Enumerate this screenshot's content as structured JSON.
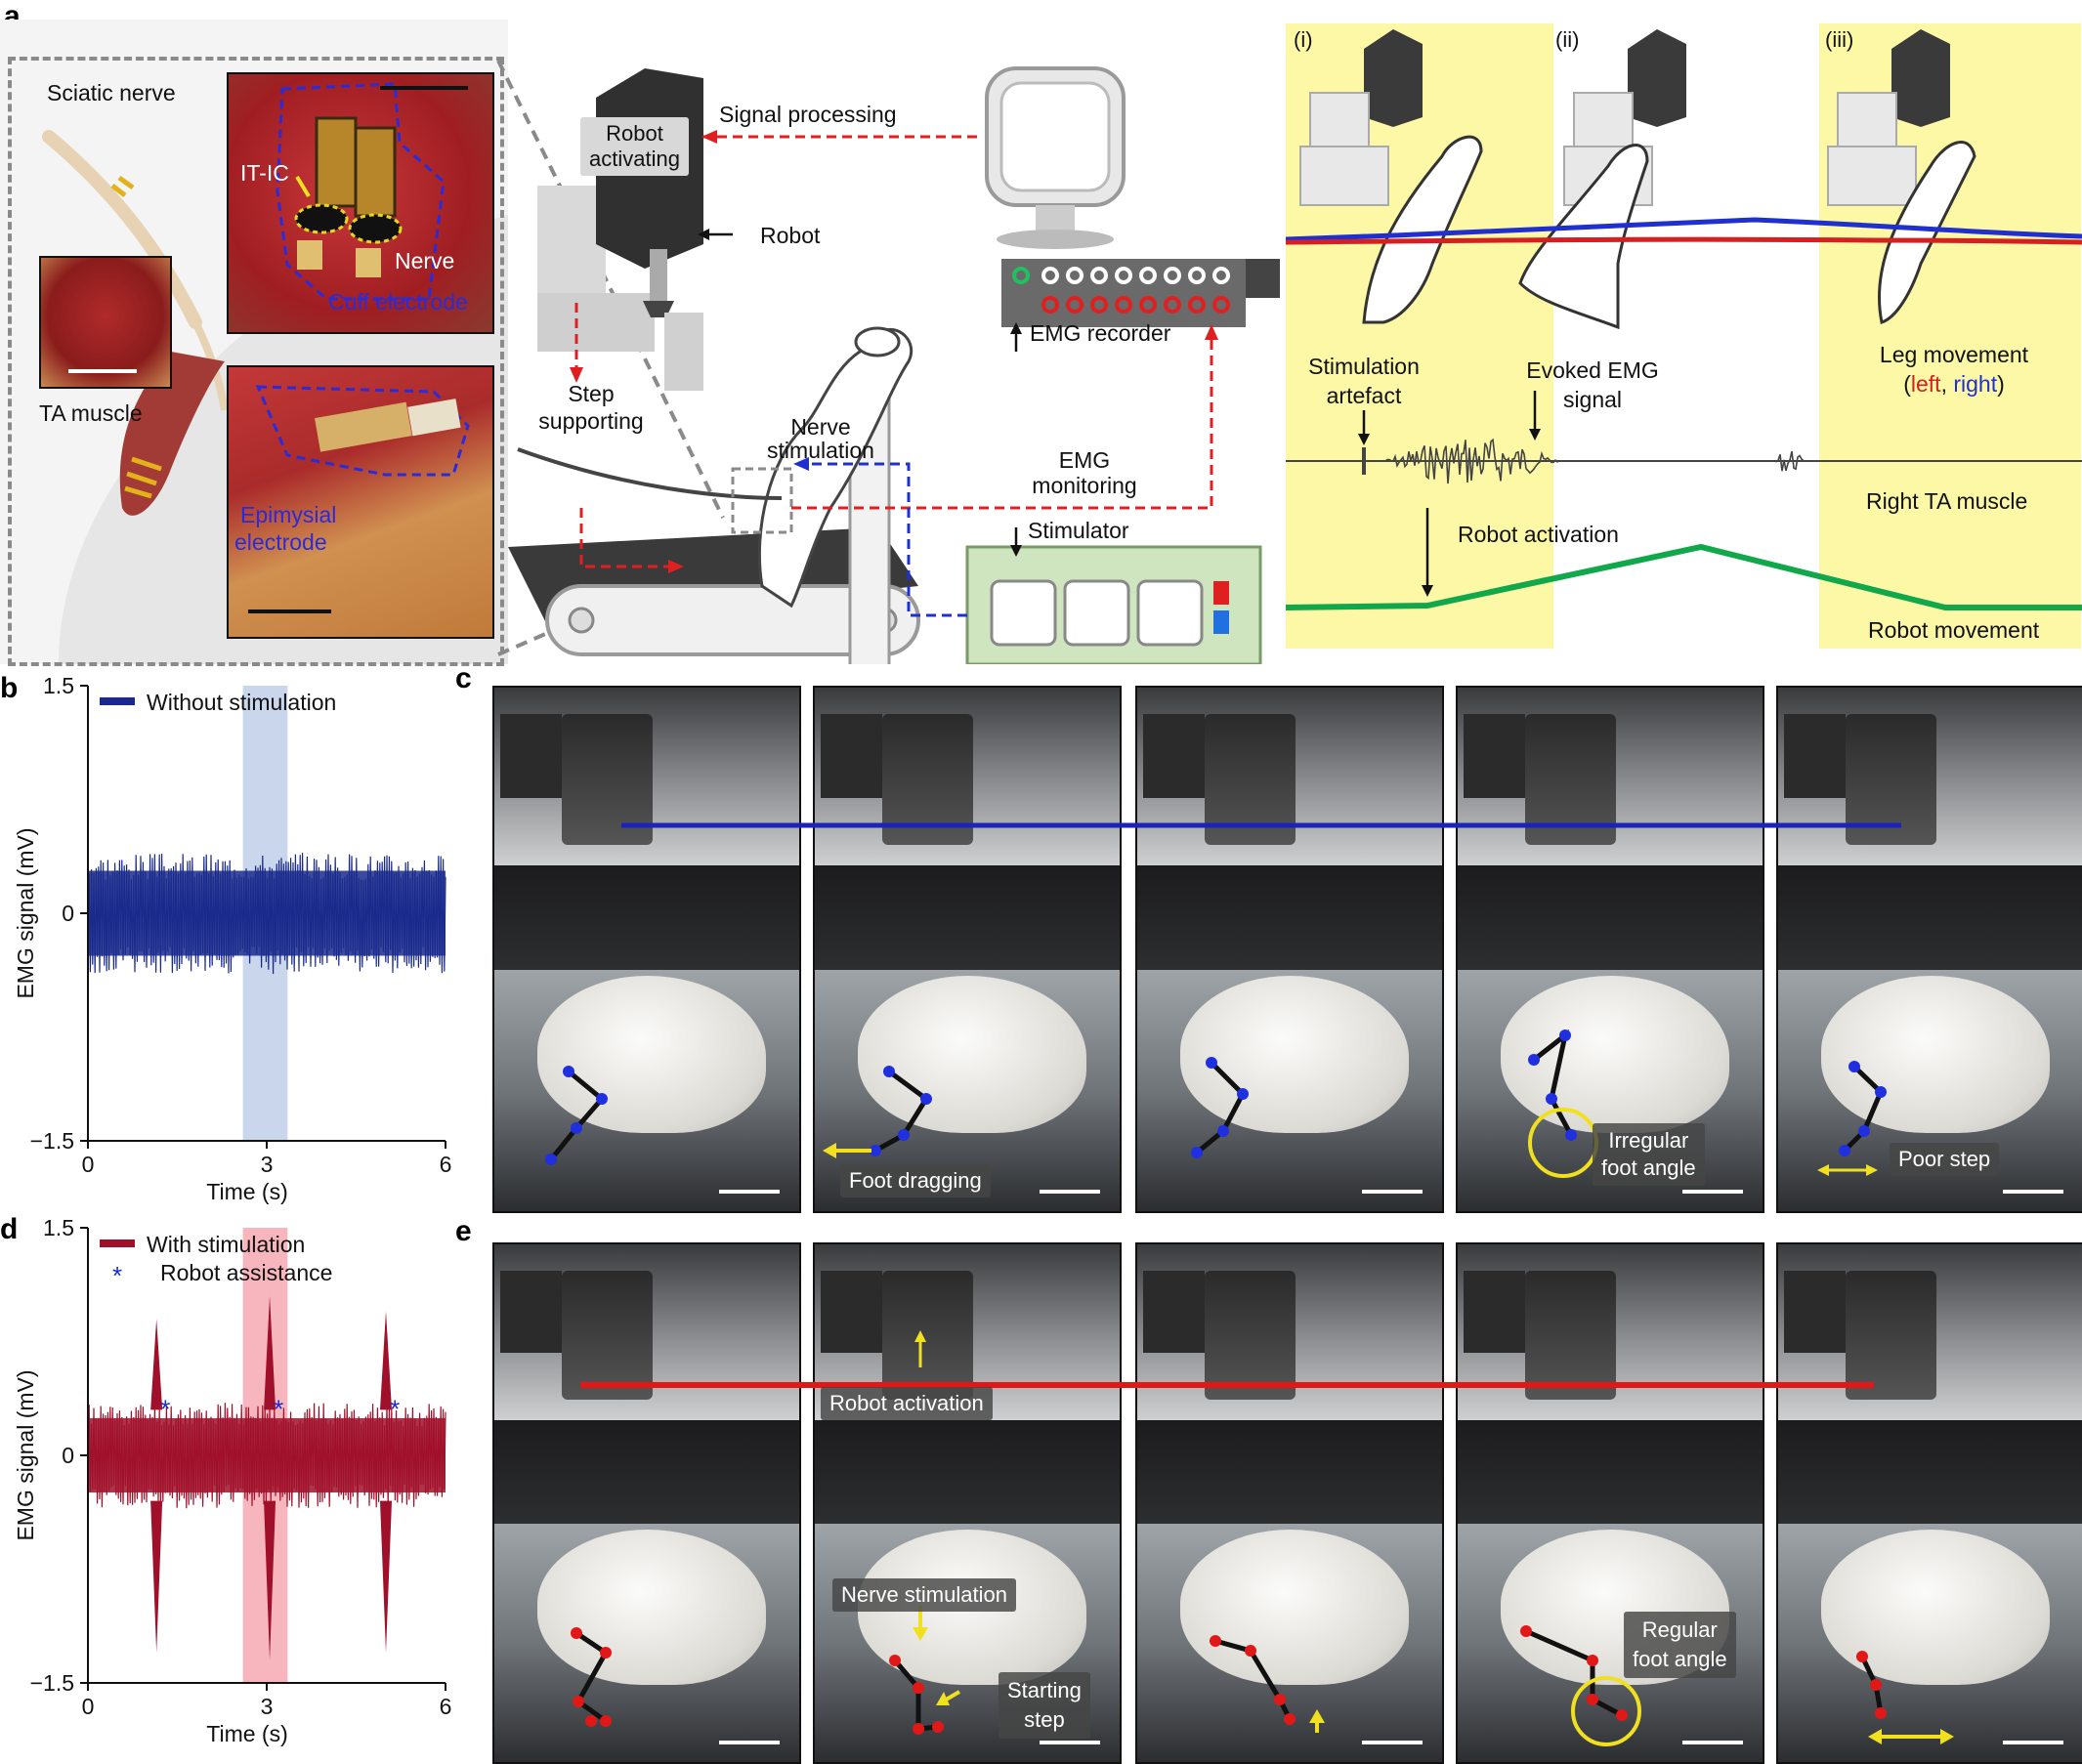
{
  "panel_labels": {
    "a": "a",
    "b": "b",
    "c": "c",
    "d": "d",
    "e": "e"
  },
  "panel_a": {
    "sciatic_nerve": "Sciatic nerve",
    "ta_muscle": "TA muscle",
    "it_ic": "IT-IC",
    "nerve": "Nerve",
    "cuff_electrode": "Cuff electrode",
    "epimysial_electrode_line1": "Epimysial",
    "epimysial_electrode_line2": "electrode",
    "robot_activating_line1": "Robot",
    "robot_activating_line2": "activating",
    "signal_processing": "Signal processing",
    "robot": "Robot",
    "emg_recorder": "EMG recorder",
    "step_supporting_line1": "Step",
    "step_supporting_line2": "supporting",
    "nerve_stimulation_line1": "Nerve",
    "nerve_stimulation_line2": "stimulation",
    "emg_monitoring_line1": "EMG",
    "emg_monitoring_line2": "monitoring",
    "stimulator": "Stimulator",
    "phase_i": "(i)",
    "phase_ii": "(ii)",
    "phase_iii": "(iii)",
    "stimulation_artefact_line1": "Stimulation",
    "stimulation_artefact_line2": "artefact",
    "evoked_emg_line1": "Evoked EMG",
    "evoked_emg_line2": "signal",
    "leg_movement": "Leg movement",
    "leg_left": "left",
    "leg_right": "right",
    "right_ta_muscle": "Right TA muscle",
    "robot_activation": "Robot activation",
    "robot_movement": "Robot movement"
  },
  "panel_c": {
    "foot_dragging": "Foot dragging",
    "irregular_line1": "Irregular",
    "irregular_line2": "foot angle",
    "poor_step": "Poor step"
  },
  "panel_e": {
    "robot_activation": "Robot activation",
    "nerve_stimulation": "Nerve stimulation",
    "starting_line1": "Starting",
    "starting_line2": "step",
    "regular_line1": "Regular",
    "regular_line2": "foot angle"
  },
  "colors": {
    "left_leg": "#d42020",
    "right_leg": "#1f2fd0",
    "robot_movement": "#10a84a",
    "emg_b": "#1a2a8c",
    "emg_d": "#a0102a",
    "highlight_b": "#c9d6ec",
    "highlight_d": "#f7b6bd",
    "yellow_bg": "#fdf8a6",
    "cuff_blue": "#2b2bd8"
  },
  "chart_data": [
    {
      "type": "line",
      "panel": "b",
      "series": [
        {
          "name": "Without stimulation",
          "envelope": [
            -0.4,
            0.4
          ]
        }
      ],
      "xlabel": "Time (s)",
      "ylabel": "EMG signal (mV)",
      "xlim": [
        0,
        6
      ],
      "ylim": [
        -1.5,
        1.5
      ],
      "xticks": [
        0,
        3,
        6
      ],
      "yticks": [
        1.5,
        0,
        -1.5
      ],
      "xtick_labels": [
        "0",
        "3",
        "6"
      ],
      "ytick_labels": [
        "1.5",
        "0",
        "−1.5"
      ],
      "highlight_range": [
        2.6,
        3.35
      ]
    },
    {
      "type": "line",
      "panel": "d",
      "series": [
        {
          "name": "With stimulation",
          "envelope": [
            -0.35,
            0.35
          ],
          "spikes": [
            {
              "t": 1.15,
              "max": 0.9,
              "min": -1.3
            },
            {
              "t": 3.05,
              "max": 1.05,
              "min": -1.35
            },
            {
              "t": 5.0,
              "max": 0.95,
              "min": -1.3
            }
          ]
        },
        {
          "name": "Robot assistance",
          "marker": "*",
          "x": [
            1.3,
            3.2,
            5.15
          ],
          "y": [
            0.35,
            0.35,
            0.35
          ]
        }
      ],
      "xlabel": "Time (s)",
      "ylabel": "EMG signal (mV)",
      "xlim": [
        0,
        6
      ],
      "ylim": [
        -1.5,
        1.5
      ],
      "xticks": [
        0,
        3,
        6
      ],
      "yticks": [
        1.5,
        0,
        -1.5
      ],
      "xtick_labels": [
        "0",
        "3",
        "6"
      ],
      "ytick_labels": [
        "1.5",
        "0",
        "−1.5"
      ],
      "highlight_range": [
        2.6,
        3.35
      ]
    }
  ]
}
